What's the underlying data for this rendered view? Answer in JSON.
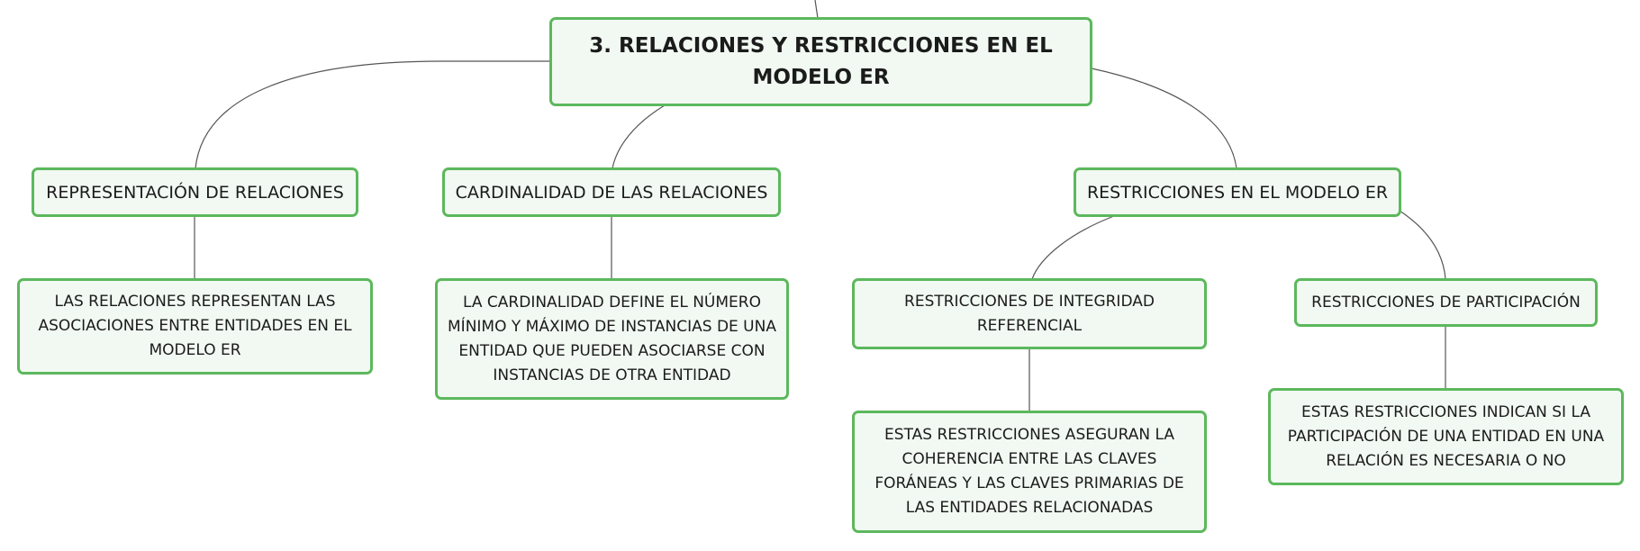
{
  "diagram": {
    "root": {
      "label": "3. RELACIONES Y RESTRICCIONES EN EL MODELO ER"
    },
    "representation": {
      "label": "REPRESENTACIÓN DE RELACIONES",
      "detail": "LAS RELACIONES REPRESENTAN LAS ASOCIACIONES ENTRE ENTIDADES EN EL MODELO ER"
    },
    "cardinality": {
      "label": "CARDINALIDAD DE LAS RELACIONES",
      "detail": "LA CARDINALIDAD DEFINE EL NÚMERO MÍNIMO Y MÁXIMO DE INSTANCIAS DE UNA ENTIDAD QUE PUEDEN ASOCIARSE CON INSTANCIAS DE OTRA ENTIDAD"
    },
    "restrictions": {
      "label": "RESTRICCIONES EN EL MODELO ER",
      "integrity": {
        "label": "RESTRICCIONES DE INTEGRIDAD REFERENCIAL",
        "detail": "ESTAS RESTRICCIONES ASEGURAN LA COHERENCIA ENTRE LAS CLAVES FORÁNEAS Y LAS CLAVES PRIMARIAS DE LAS ENTIDADES RELACIONADAS"
      },
      "participation": {
        "label": "RESTRICCIONES DE PARTICIPACIÓN",
        "detail": "ESTAS RESTRICCIONES INDICAN SI LA PARTICIPACIÓN DE UNA ENTIDAD EN UNA RELACIÓN ES NECESARIA O NO"
      }
    }
  },
  "colors": {
    "node_border": "#5cb85c",
    "node_fill": "#f1f9f2",
    "connector": "#555555",
    "text": "#1b1b1b"
  }
}
